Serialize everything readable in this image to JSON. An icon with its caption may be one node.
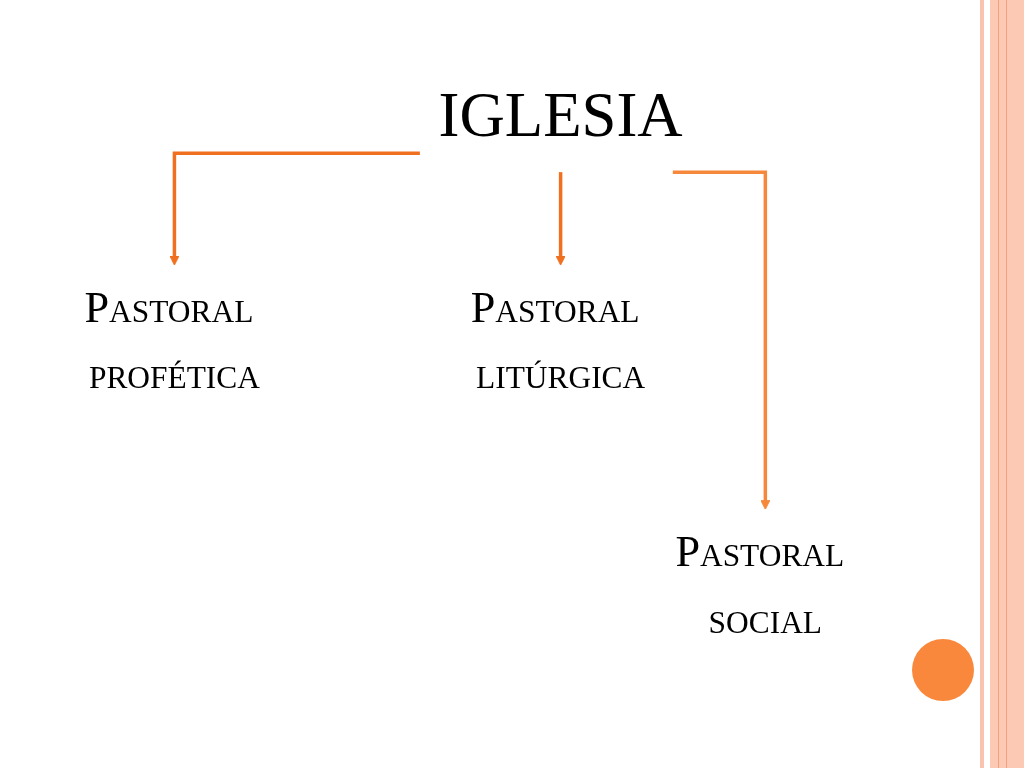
{
  "diagram": {
    "nodes": [
      {
        "text": [
          "IGLESIA"
        ]
      },
      {
        "text": [
          "Pastoral profética"
        ]
      },
      {
        "text": [
          "Pastoral litúrgica"
        ]
      },
      {
        "text": [
          "Pastoral social"
        ]
      }
    ],
    "edges": [
      {
        "from": 0,
        "to": 1,
        "arrow": "to"
      },
      {
        "from": 0,
        "to": 2,
        "arrow": "to"
      },
      {
        "from": 0,
        "to": 3,
        "arrow": "to",
        "color": "#f5883b"
      }
    ]
  }
}
